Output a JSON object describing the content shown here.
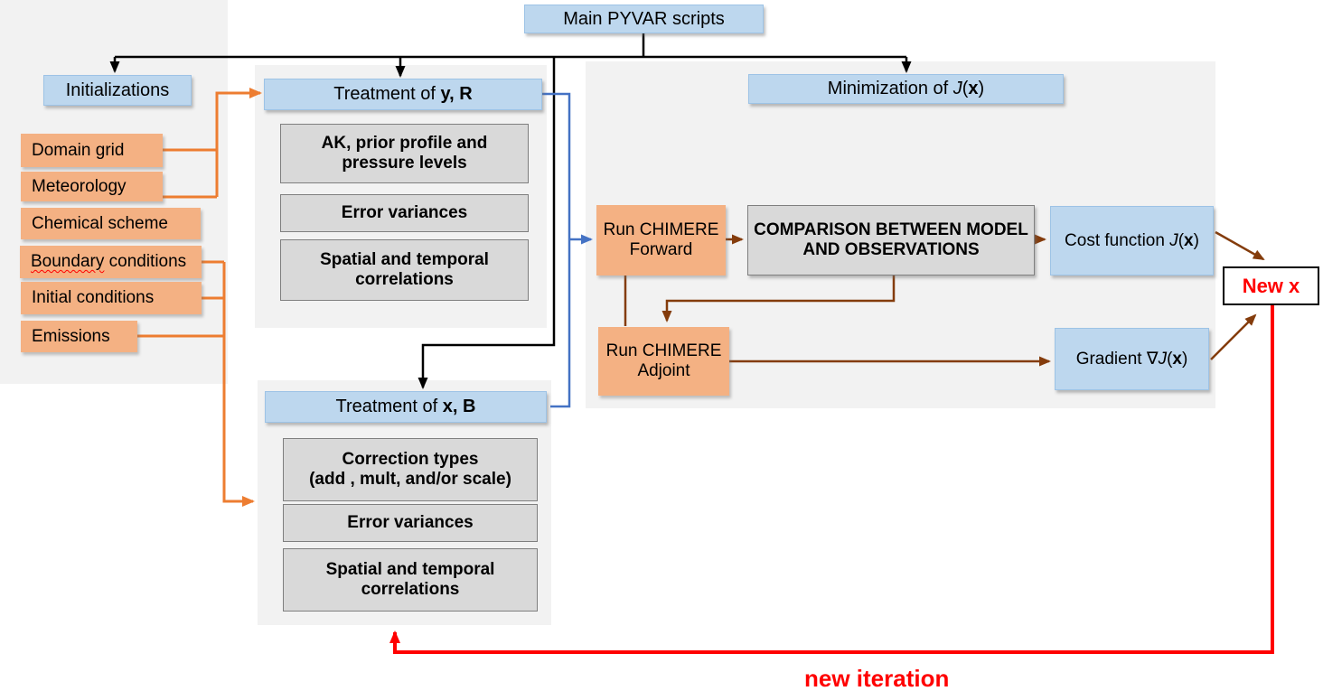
{
  "title_box": {
    "label": "Main PYVAR scripts"
  },
  "left_panel": {
    "header": "Initializations",
    "domain_grid": "Domain grid",
    "meteorology": "Meteorology",
    "chemical_scheme": "Chemical scheme",
    "boundary_word": "Boundary",
    "boundary_rest": " conditions",
    "initial_conditions": "Initial conditions",
    "emissions": "Emissions"
  },
  "treatment_yr": {
    "prefix": "Treatment of ",
    "bold": "y, R",
    "box1": "AK, prior profile and\npressure levels",
    "box2": "Error variances",
    "box3": "Spatial and temporal\ncorrelations"
  },
  "treatment_xb": {
    "prefix": "Treatment of ",
    "bold": "x, B",
    "box1": "Correction  types\n(add , mult, and/or scale)",
    "box2": "Error variances",
    "box3": "Spatial and temporal\ncorrelations"
  },
  "minimization": {
    "prefix": "Minimization of ",
    "j": "J",
    "open": "(",
    "x": "x",
    "close": ")"
  },
  "run_forward": "Run CHIMERE\nForward",
  "comparison": "COMPARISON BETWEEN MODEL\nAND OBSERVATIONS",
  "run_adjoint": "Run CHIMERE\nAdjoint",
  "cost_function": {
    "prefix": "Cost function ",
    "j": "J",
    "open": "(",
    "x": "x",
    "close": ")"
  },
  "gradient": {
    "prefix": "Gradient ",
    "nabla": "∇",
    "j": "J",
    "open": "(",
    "x": "x",
    "close": ")"
  },
  "new_x": {
    "prefix": "New ",
    "bold": "x"
  },
  "iteration_label": "new iteration",
  "colors": {
    "section_bg": "#F2F2F2",
    "box_blue": "#BDD7EE",
    "box_orange": "#F4B183",
    "box_gray": "#D9D9D9",
    "line_black": "#000000",
    "line_orange": "#ED7D31",
    "line_blue": "#4472C4",
    "line_brown": "#843C0C",
    "line_red": "#FF0000"
  }
}
